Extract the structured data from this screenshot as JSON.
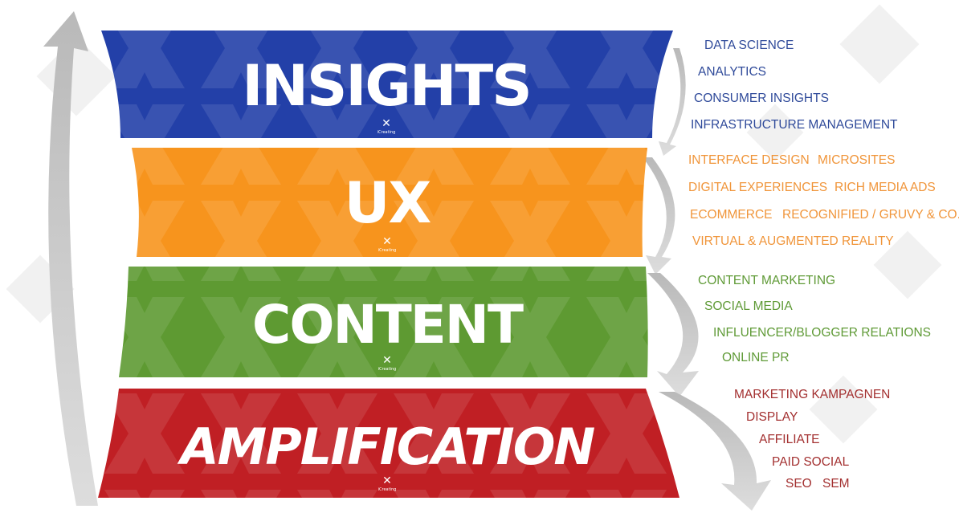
{
  "bands": [
    {
      "title": "INSIGHTS",
      "color": "#2340a8",
      "services": [
        [
          "DATA SCIENCE"
        ],
        [
          "ANALYTICS"
        ],
        [
          "CONSUMER INSIGHTS"
        ],
        [
          "INFRASTRUCTURE MANAGEMENT"
        ]
      ]
    },
    {
      "title": "UX",
      "color": "#f7941d",
      "services": [
        [
          "INTERFACE DESIGN",
          "MICROSITES"
        ],
        [
          "DIGITAL EXPERIENCES",
          "RICH MEDIA ADS"
        ],
        [
          "ECOMMERCE",
          "RECOGNIFIED / GRUVY & CO."
        ],
        [
          "VIRTUAL & AUGMENTED REALITY"
        ]
      ]
    },
    {
      "title": "CONTENT",
      "color": "#5e9a32",
      "services": [
        [
          "CONTENT MARKETING"
        ],
        [
          "SOCIAL MEDIA"
        ],
        [
          "INFLUENCER/BLOGGER RELATIONS"
        ],
        [
          "ONLINE PR"
        ]
      ]
    },
    {
      "title": "AMPLIFICATION",
      "color": "#c01f24",
      "services": [
        [
          "MARKETING KAMPAGNEN"
        ],
        [
          "DISPLAY"
        ],
        [
          "AFFILIATE"
        ],
        [
          "PAID SOCIAL"
        ],
        [
          "SEO",
          "SEM"
        ]
      ]
    }
  ],
  "logo_text": "iCreating",
  "colors": {
    "arrow": "#c9c9c9",
    "insights_text": "#2f4a9a",
    "ux_text": "#f0953a",
    "content_text": "#5f9a36",
    "amplification_text": "#a33030"
  }
}
